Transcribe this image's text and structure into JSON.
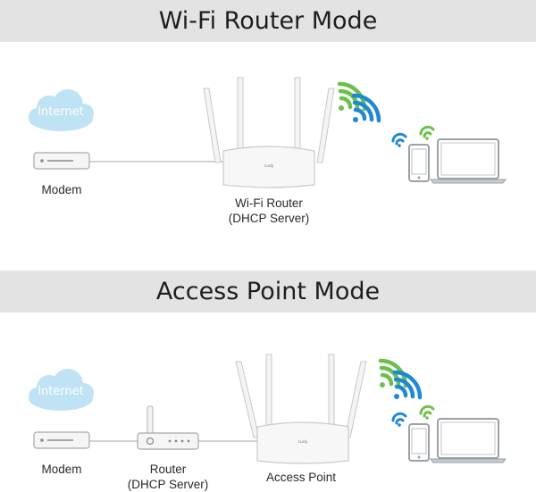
{
  "sections": {
    "router_mode": {
      "title": "Wi-Fi Router Mode",
      "internet_label": "Internet",
      "modem_label": "Modem",
      "router_label_line1": "Wi-Fi Router",
      "router_label_line2": "(DHCP Server)"
    },
    "ap_mode": {
      "title": "Access Point Mode",
      "internet_label": "Internet",
      "modem_label": "Modem",
      "upstream_router_label_line1": "Router",
      "upstream_router_label_line2": "(DHCP Server)",
      "ap_label": "Access Point"
    }
  },
  "colors": {
    "banner_bg": "#e3e3e3",
    "cloud": "#bfe2f5",
    "wifi_green": "#6cc04a",
    "wifi_blue": "#1e88d6",
    "device_gray": "#9aa0a6"
  },
  "icons": [
    "cloud-icon",
    "modem-icon",
    "router-icon",
    "wifi-signal-icon",
    "phone-icon",
    "laptop-icon"
  ]
}
